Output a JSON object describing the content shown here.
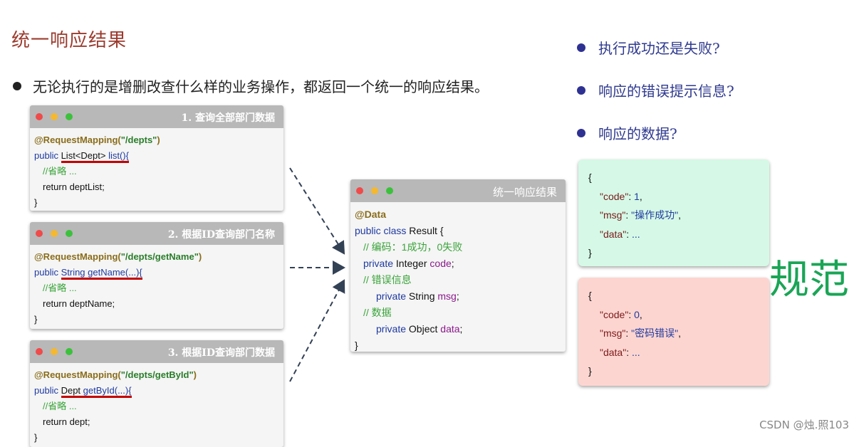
{
  "title": "统一响应结果",
  "bullet": "无论执行的是增删改查什么样的业务操作，都返回一个统一的响应结果。",
  "questions": [
    "执行成功还是失败?",
    "响应的错误提示信息?",
    "响应的数据?"
  ],
  "windows": [
    {
      "title": "1.  查询全部部门数据",
      "mapping": "@RequestMapping(",
      "path": "\"/depts\"",
      "close_paren": ")",
      "sig_public": "public ",
      "sig_type": "List<Dept>",
      "sig_method": " list(){",
      "comment": "//省略 ...",
      "return": "return deptList;",
      "brace": "}"
    },
    {
      "title": "2.  根据ID查询部门名称",
      "mapping": "@RequestMapping(",
      "path": "\"/depts/getName\"",
      "close_paren": ")",
      "sig_public": "public ",
      "sig_type": "String",
      "sig_method": " getName(...){",
      "comment": "//省略 ...",
      "return": "return deptName;",
      "brace": "}"
    },
    {
      "title": "3.  根据ID查询部门数据",
      "mapping": "@RequestMapping(",
      "path": "\"/depts/getById\"",
      "close_paren": ")",
      "sig_public": "public ",
      "sig_type": "Dept",
      "sig_method": " getById(...){",
      "comment": "//省略 ...",
      "return": "return dept;",
      "brace": "}"
    }
  ],
  "result_window": {
    "title": "统一响应结果",
    "lines": {
      "data_ann": "@Data",
      "class_kw": "public class ",
      "class_name": "Result {",
      "c1": "// 编码：1成功，0失败",
      "f1_kw": "private ",
      "f1_type": "Integer ",
      "f1_name": "code",
      "f1_end": ";",
      "c2": "// 错误信息",
      "f2_kw": "private ",
      "f2_type": "String ",
      "f2_name": "msg",
      "f2_end": ";",
      "c3": "// 数据",
      "f3_kw": "private ",
      "f3_type": "Object ",
      "f3_name": "data",
      "f3_end": ";",
      "close": "}"
    }
  },
  "json_success": {
    "open": "{",
    "code_key": "\"code\"",
    "code_val": "1",
    "msg_key": "\"msg\"",
    "msg_val": "\"操作成功\"",
    "data_key": "\"data\"",
    "data_val": "...",
    "close": "}"
  },
  "json_error": {
    "open": "{",
    "code_key": "\"code\"",
    "code_val": "0",
    "msg_key": "\"msg\"",
    "msg_val": "\"密码错误\"",
    "data_key": "\"data\"",
    "data_val": "...",
    "close": "}"
  },
  "guifan": "规范",
  "watermark": "CSDN @烛.照103",
  "colors": {
    "title": "#9b3b2e",
    "question": "#2f3a8f",
    "success_bg": "#d5f9e6",
    "error_bg": "#fdd5d0",
    "guifan": "#1aa556",
    "underline": "#c40000"
  }
}
